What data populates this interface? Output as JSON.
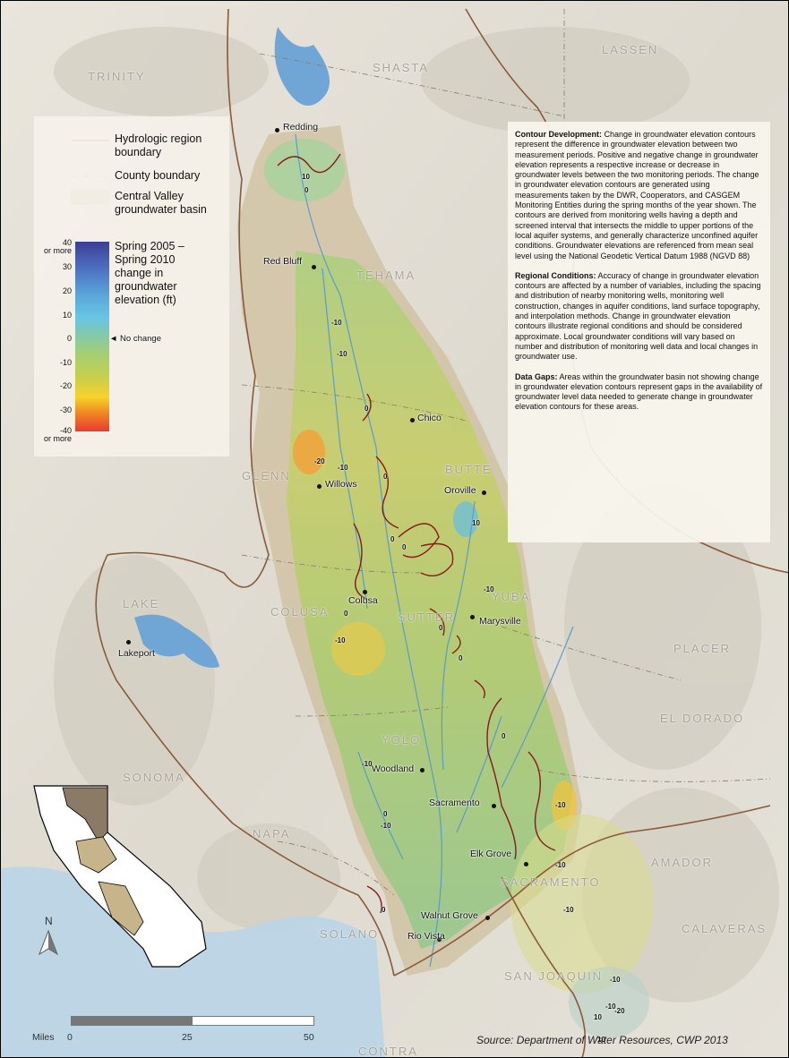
{
  "legend": {
    "hydro_boundary": "Hydrologic region boundary",
    "county_boundary": "County boundary",
    "basin": "Central Valley groundwater basin",
    "ramp_title": "Spring 2005 – Spring 2010 change in groundwater elevation (ft)",
    "ticks": [
      "40 or more",
      "30",
      "20",
      "10",
      "0",
      "-10",
      "-20",
      "-30",
      "-40 or more"
    ],
    "no_change": "◄ No change"
  },
  "counties": [
    "TRINITY",
    "SHASTA",
    "LASSEN",
    "TEHAMA",
    "GLENN",
    "BUTTE",
    "LAKE",
    "COLUSA",
    "SUTTER",
    "YUBA",
    "PLACER",
    "EL DORADO",
    "YOLO",
    "SONOMA",
    "NAPA",
    "AMADOR",
    "SACRAMENTO",
    "SOLANO",
    "CALAVERAS",
    "SAN JOAQUIN",
    "CONTRA"
  ],
  "cities": [
    "Redding",
    "Red Bluff",
    "Chico",
    "Willows",
    "Oroville",
    "Colusa",
    "Marysville",
    "Lakeport",
    "Woodland",
    "Sacramento",
    "Elk Grove",
    "Walnut Grove",
    "Rio Vista"
  ],
  "contour_labels": [
    "10",
    "0",
    "-10",
    "-10",
    "0",
    "-20",
    "-10",
    "0",
    "0",
    "0",
    "10",
    "-10",
    "0",
    "0",
    "0",
    "-10",
    "-10",
    "0",
    "-10",
    "0",
    "-10",
    "-10",
    "-10",
    "0",
    "-10",
    "-10",
    "10",
    "-20",
    "10"
  ],
  "text": {
    "p1_head": "Contour Development:",
    "p1": " Change in groundwater elevation contours represent the difference in groundwater elevation between two measurement periods.  Positive and negative change in groundwater elevation represents a respective increase or decrease in groundwater levels between the two monitoring periods. The change in groundwater elevation contours are generated using measurements taken by the DWR, Cooperators, and CASGEM Monitoring Entities during the spring months of the year shown.  The contours are derived from monitoring wells having a depth and screened interval that intersects the middle to upper portions of the local aquifer systems, and generally characterize unconfined aquifer conditions.  Groundwater elevations are referenced from mean seal level using the National Geodetic Vertical Datum 1988 (NGVD 88)",
    "p2_head": "Regional Conditions:",
    "p2": "  Accuracy of change in groundwater elevation contours are affected by a number of variables, including the spacing and distribution of nearby monitoring wells, monitoring well construction, changes in aquifer conditions, land surface topography, and interpolation methods.  Change in groundwater elevation contours illustrate regional conditions and should be considered approximate.  Local groundwater conditions will vary based on number and distribution of monitoring well data and local changes in groundwater use.",
    "p3_head": "Data Gaps:",
    "p3": " Areas within the groundwater basin not showing change in groundwater elevation contours represent gaps in the availability of groundwater level data needed to generate change in groundwater elevation contours for these areas."
  },
  "north": "N",
  "scale": {
    "unit": "Miles",
    "l0": "0",
    "l1": "25",
    "l2": "50"
  },
  "source": "Source: Department of Water Resources, CWP 2013",
  "colors": {
    "basin": "#c8b48a",
    "hydro": "#8a5a3a",
    "contour": "#8b1a1a",
    "water": "#7fb3dc"
  }
}
